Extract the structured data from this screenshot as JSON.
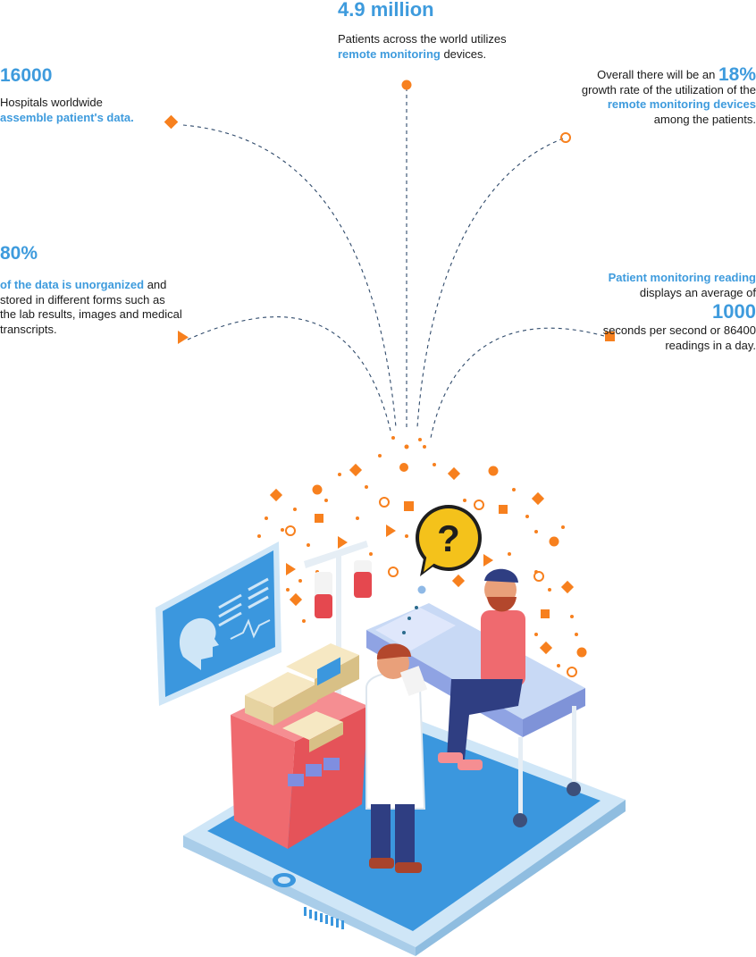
{
  "stats": {
    "top": {
      "value": "4.9 million",
      "text_before": "Patients across the world utilizes",
      "highlight": "remote monitoring",
      "text_after": " devices."
    },
    "left1": {
      "value": "16000",
      "text": "Hospitals worldwide",
      "highlight": "assemble patient's data."
    },
    "left2": {
      "value": "80%",
      "highlight": "of the data is unorganized",
      "text": " and stored in different forms such as the lab results, images and medical transcripts."
    },
    "right1": {
      "text_before": "Overall there will be an ",
      "value": "18%",
      "text_mid": "growth rate of the utilization of the ",
      "highlight": "remote monitoring devices",
      "text_after": "among the patients."
    },
    "right2": {
      "highlight": "Patient monitoring reading",
      "text_before": " displays an average of",
      "value": "1000",
      "text_after": "seconds per second or 86400 readings in a day."
    }
  },
  "illustration": {
    "question_mark": "?",
    "colors": {
      "accent_blue": "#3e9bdd",
      "accent_orange": "#f7801e",
      "tablet_blue": "#3b97de",
      "cart_red": "#ef6a6f",
      "bubble_yellow": "#f4c21b"
    }
  }
}
